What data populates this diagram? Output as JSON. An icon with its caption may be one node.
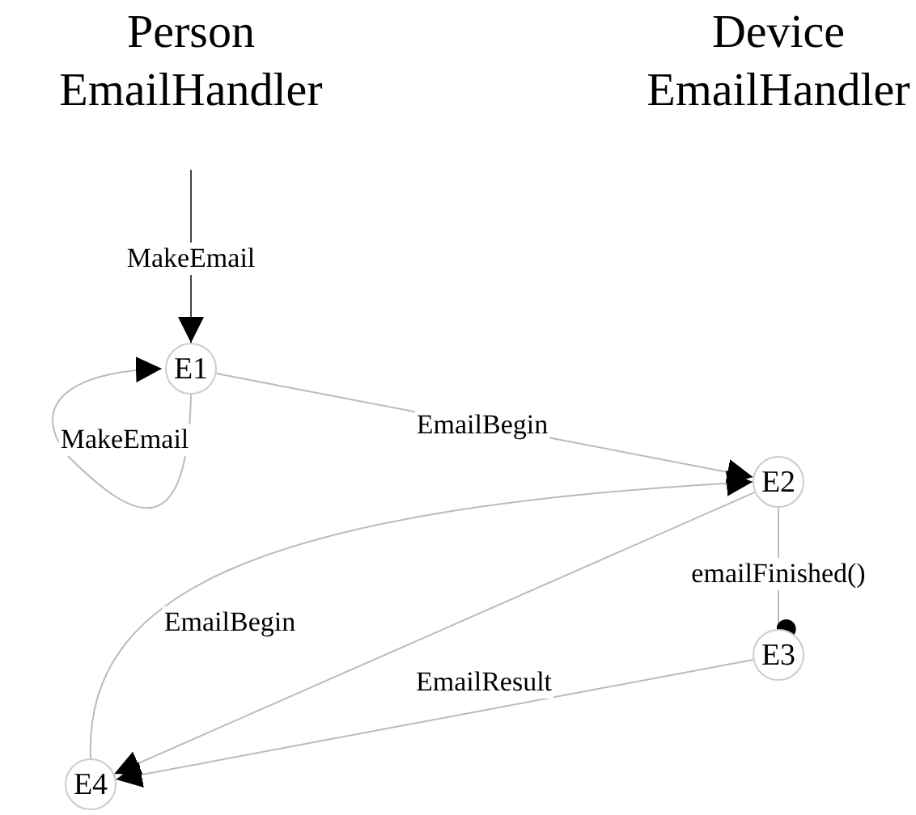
{
  "diagram": {
    "nodes": [
      {
        "text": [
          "E1"
        ]
      },
      {
        "text": [
          "E2"
        ]
      },
      {
        "text": [
          "E3"
        ]
      },
      {
        "text": [
          "E4"
        ]
      }
    ],
    "edges": [
      {
        "from": null,
        "to": 0,
        "arrow": "to",
        "label": "MakeEmail",
        "color": "#444444"
      },
      {
        "from": 0,
        "to": 0,
        "arrow": "to",
        "label": "MakeEmail"
      },
      {
        "from": 0,
        "to": 1,
        "arrow": "to",
        "label": "EmailBegin"
      },
      {
        "from": 3,
        "to": 1,
        "arrow": "to",
        "label": "EmailBegin"
      },
      {
        "from": 1,
        "to": 3,
        "arrow": "to"
      },
      {
        "from": 2,
        "to": 3,
        "arrow": "to",
        "label": "EmailResult"
      },
      {
        "from": 1,
        "to": 2,
        "arrow": "other",
        "label": "emailFinished()"
      }
    ],
    "labels": [
      "Person EmailHandler",
      "Device EmailHandler"
    ]
  }
}
